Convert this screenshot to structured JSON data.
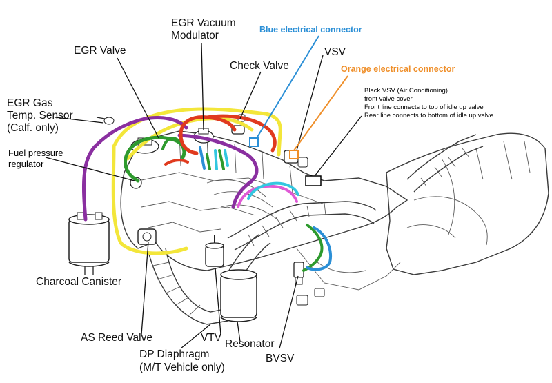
{
  "colors": {
    "blue": "#2b8fd6",
    "orange": "#ef8f2a",
    "yellow": "#f3e63a",
    "purple": "#8a2fa0",
    "green": "#2e9a2e",
    "red": "#e03a1e",
    "magenta": "#e05ad6",
    "cyan": "#33c7e0"
  },
  "labels": {
    "egr_vacuum_modulator_1": "EGR Vacuum",
    "egr_vacuum_modulator_2": "Modulator",
    "egr_valve": "EGR Valve",
    "check_valve": "Check Valve",
    "vsv": "VSV",
    "blue_connector": "Blue electrical connector",
    "orange_connector": "Orange electrical connector",
    "egr_gas_1": "EGR Gas",
    "egr_gas_2": "Temp. Sensor",
    "egr_gas_3": "(Calf. only)",
    "fuel_reg_1": "Fuel pressure",
    "fuel_reg_2": "regulator",
    "charcoal_canister": "Charcoal Canister",
    "as_reed_valve": "AS Reed Valve",
    "vtv": "VTV",
    "resonator": "Resonator",
    "dp_diaphragm_1": "DP Diaphragm",
    "dp_diaphragm_2": "(M/T Vehicle only)",
    "bvsv": "BVSV"
  },
  "note": {
    "line1": "Black VSV (Air Conditioning)",
    "line2": "front valve cover",
    "line3": "Front line connects to top of idle up valve",
    "line4": "Rear line connects to bottom of idle up valve"
  }
}
